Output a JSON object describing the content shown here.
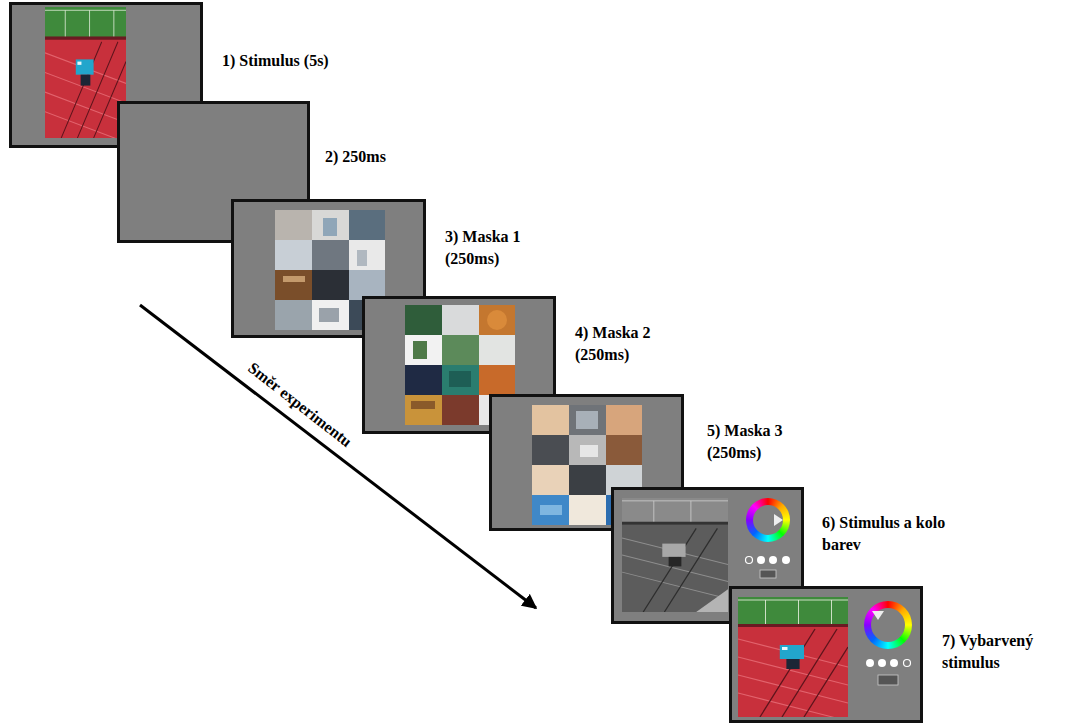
{
  "diagram": {
    "nodes": [
      {
        "text": [
          "1) Stimulus (5s)"
        ]
      },
      {
        "text": [
          "2) 250ms"
        ]
      },
      {
        "text": [
          "3) Maska 1 (250ms)"
        ]
      },
      {
        "text": [
          "4) Maska 2 (250ms)"
        ]
      },
      {
        "text": [
          "5) Maska 3 (250ms)"
        ]
      },
      {
        "text": [
          "6) Stimulus a kolo barev"
        ]
      },
      {
        "text": [
          "7) Vybarvený stimulus"
        ]
      }
    ],
    "labels": [
      "Směr experimentu"
    ]
  }
}
